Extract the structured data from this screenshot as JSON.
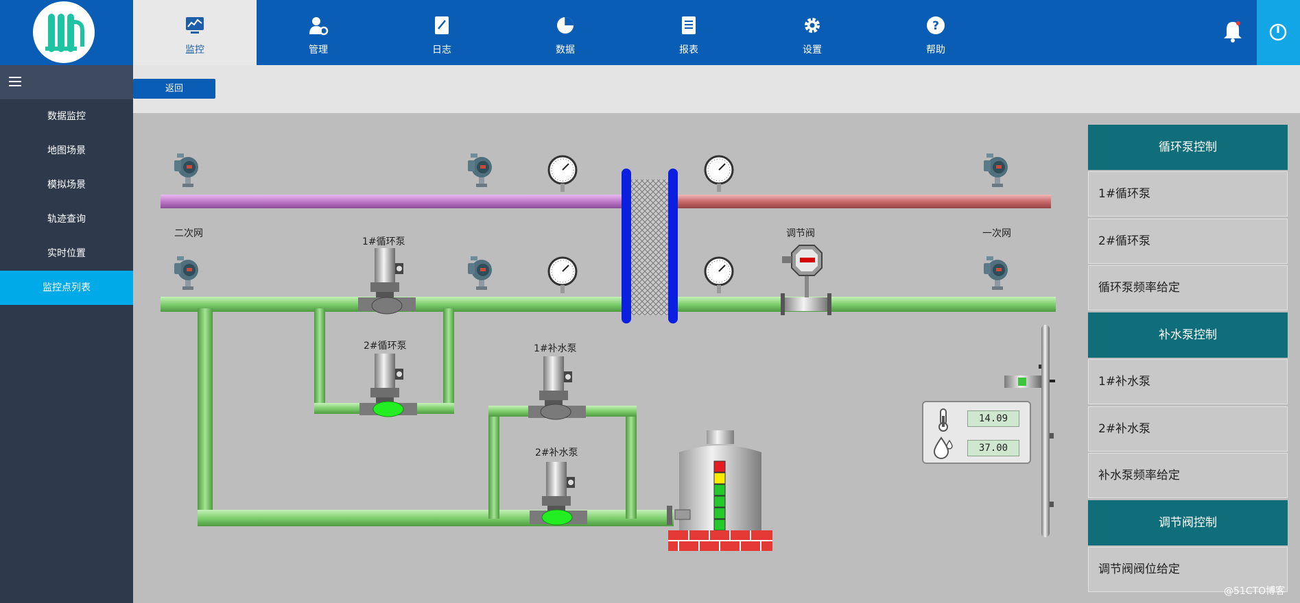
{
  "nav": {
    "items": [
      {
        "label": "监控"
      },
      {
        "label": "管理"
      },
      {
        "label": "日志"
      },
      {
        "label": "数据"
      },
      {
        "label": "报表"
      },
      {
        "label": "设置"
      },
      {
        "label": "帮助"
      }
    ],
    "active": "监控"
  },
  "sidebar": {
    "items": [
      {
        "label": "数据监控"
      },
      {
        "label": "地图场景"
      },
      {
        "label": "模拟场景"
      },
      {
        "label": "轨迹查询"
      },
      {
        "label": "实时位置"
      },
      {
        "label": "监控点列表"
      }
    ],
    "active": "监控点列表"
  },
  "toolbar": {
    "back_label": "返回"
  },
  "diagram": {
    "labels": {
      "secondary_network": "二次网",
      "primary_network": "一次网",
      "control_valve": "调节阀",
      "circ_pump_1": "1#循环泵",
      "circ_pump_2": "2#循环泵",
      "makeup_pump_1": "1#补水泵",
      "makeup_pump_2": "2#补水泵"
    },
    "temperature": "14.09",
    "humidity": "37.00",
    "tank_levels": [
      "red",
      "yellow",
      "green",
      "green",
      "green",
      "green"
    ]
  },
  "panel": {
    "circ_header": "循环泵控制",
    "circ_items": [
      "1#循环泵",
      "2#循环泵",
      "循环泵频率给定"
    ],
    "makeup_header": "补水泵控制",
    "makeup_items": [
      "1#补水泵",
      "2#补水泵",
      "补水泵频率给定"
    ],
    "valve_header": "调节阀控制",
    "valve_items": [
      "调节阀阀位给定"
    ]
  },
  "watermark": "@51CTO博客",
  "colors": {
    "header_blue": "#0a5db5",
    "sidebar_bg": "#2e3a4c",
    "sidebar_active": "#00a9e8",
    "panel_header": "#0f6e7a",
    "hot_pipe": "#c96b6b",
    "return_pipe": "#c78ad0",
    "water_pipe": "#7fcf6f"
  }
}
